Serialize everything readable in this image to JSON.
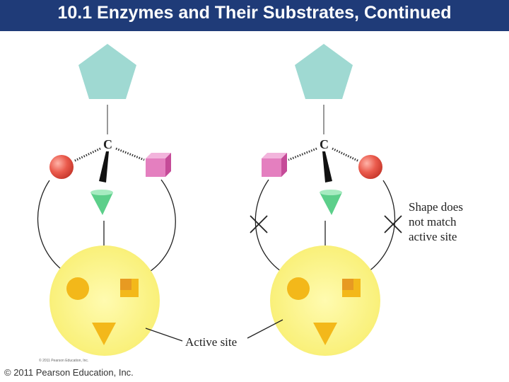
{
  "slide": {
    "title": "10.1 Enzymes and Their Substrates, Continued",
    "copyright": "© 2011 Pearson Education, Inc.",
    "small_credit": "© 2011 Pearson Education, Inc."
  },
  "diagram": {
    "carbon_label": "C",
    "mismatch_label": [
      "Shape does",
      "not match",
      "active site"
    ],
    "active_site_label": "Active site"
  },
  "colors": {
    "title_bar": "#1f3b78",
    "pentagon": "#9fd9d2",
    "enzyme": "#fbf38c",
    "red_sphere": "#ea5a4c",
    "pink_cube": "#e47fbf",
    "green_cone": "#5ccf8a",
    "orange_site": "#f3b81a"
  }
}
